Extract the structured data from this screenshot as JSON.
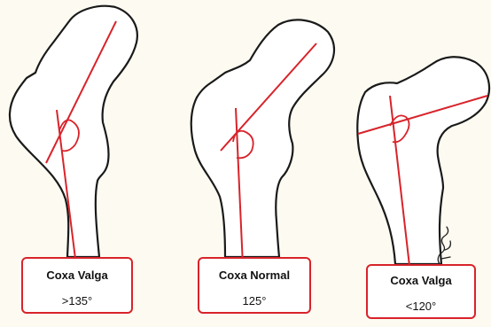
{
  "colors": {
    "background": "#fdfbf1",
    "bone_fill": "#ffffff",
    "bone_outline": "#1a1a1a",
    "axis_line": "#d8232a",
    "label_border": "#d8232a"
  },
  "panels": [
    {
      "title": "Coxa Valga",
      "angle": ">135°"
    },
    {
      "title": "Coxa Normal",
      "angle": "125°"
    },
    {
      "title": "Coxa Valga",
      "angle": "<120°"
    }
  ]
}
